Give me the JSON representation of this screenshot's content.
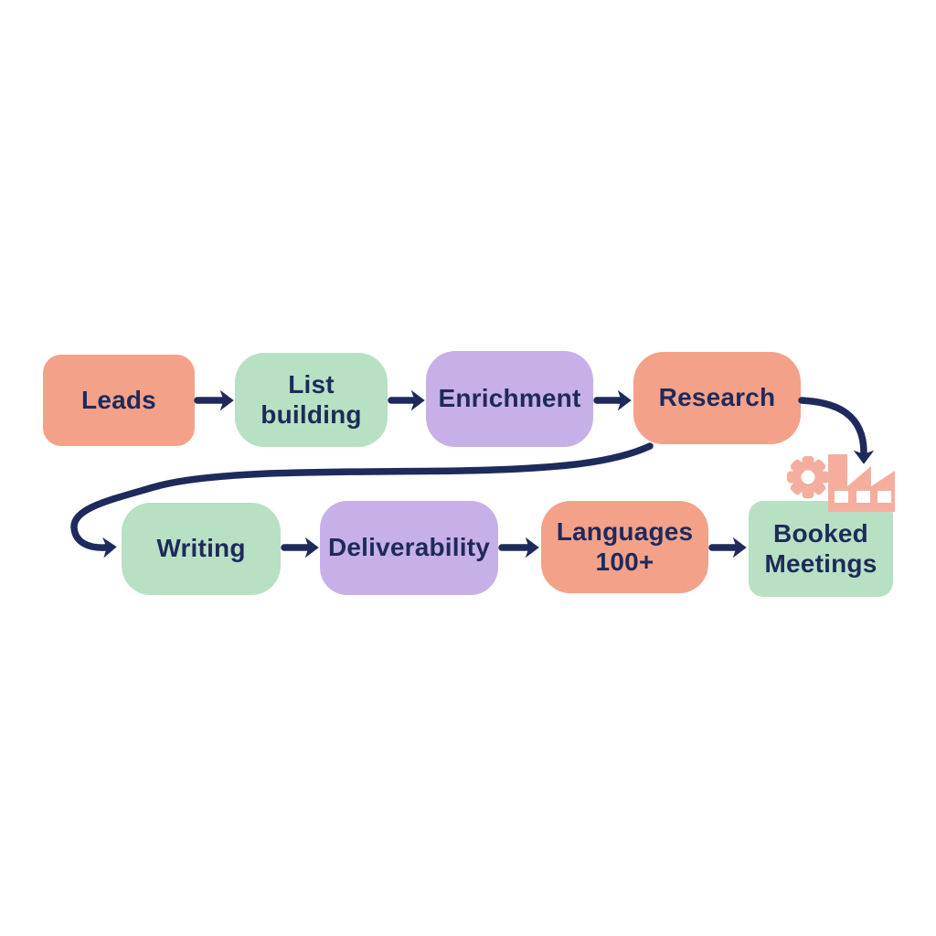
{
  "diagram": {
    "background": "#ffffff",
    "colors": {
      "salmon": "#f4a189",
      "green": "#b8e1c3",
      "purple": "#c7b0e8",
      "navy": "#1e2a5b",
      "icon_salmon": "#f5ae9d",
      "icon_window_white": "#ffffff"
    },
    "nodes": [
      {
        "id": "leads",
        "label": "Leads",
        "color": "salmon"
      },
      {
        "id": "list-building",
        "label": "List\nbuilding",
        "color": "green"
      },
      {
        "id": "enrichment",
        "label": "Enrichment",
        "color": "purple"
      },
      {
        "id": "research",
        "label": "Research",
        "color": "salmon"
      },
      {
        "id": "writing",
        "label": "Writing",
        "color": "green"
      },
      {
        "id": "deliverability",
        "label": "Deliverability",
        "color": "purple"
      },
      {
        "id": "languages",
        "label": "Languages\n100+",
        "color": "salmon"
      },
      {
        "id": "booked-meetings",
        "label": "Booked\nMeetings",
        "color": "green"
      }
    ],
    "connections": [
      {
        "from": "Leads",
        "to": "List building",
        "style": "straight"
      },
      {
        "from": "List building",
        "to": "Enrichment",
        "style": "straight"
      },
      {
        "from": "Enrichment",
        "to": "Research",
        "style": "straight"
      },
      {
        "from": "Research",
        "to": "Writing",
        "style": "long-sweep-curve"
      },
      {
        "from": "Research",
        "to": "Factory icon",
        "style": "curve-down"
      },
      {
        "from": "Writing",
        "to": "Deliverability",
        "style": "straight"
      },
      {
        "from": "Deliverability",
        "to": "Languages 100+",
        "style": "straight"
      },
      {
        "from": "Languages 100+",
        "to": "Booked Meetings",
        "style": "straight"
      }
    ],
    "icons": [
      {
        "name": "gear-icon",
        "color": "#f5ae9d"
      },
      {
        "name": "factory-icon",
        "color": "#f5ae9d"
      }
    ]
  }
}
